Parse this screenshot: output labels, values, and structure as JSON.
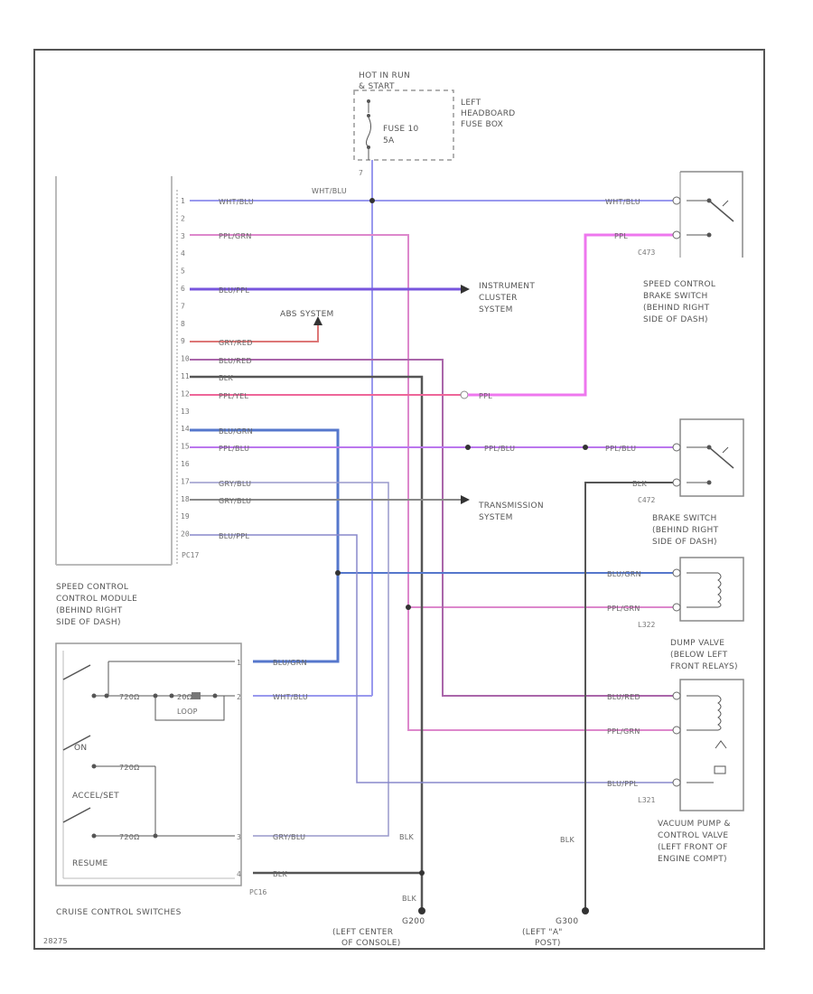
{
  "colors": {
    "frame": "#555555",
    "gray_wire": "#888888",
    "dark_wire": "#555555",
    "wht_blu": "#9999ee",
    "ppl": "#ee77ee",
    "ppl_grn": "#dd88cc",
    "blu_ppl": "#7755dd",
    "gry_red": "#dd7777",
    "blu_red": "#aa66aa",
    "ppl_yel": "#ee6699",
    "blu_grn": "#5577cc",
    "ppl_blu": "#bb77ee"
  },
  "hot_junction": {
    "line1": "HOT IN RUN",
    "line2": "& START",
    "fuse_line1": "FUSE 10",
    "fuse_line2": "5A",
    "box_line1": "LEFT",
    "box_line2": "HEADBOARD",
    "box_line3": "FUSE BOX",
    "terminal": "7"
  },
  "module": {
    "pins": [
      "1",
      "2",
      "3",
      "4",
      "5",
      "6",
      "7",
      "8",
      "9",
      "10",
      "11",
      "12",
      "13",
      "14",
      "15",
      "16",
      "17",
      "18",
      "19",
      "20"
    ],
    "connector": "PC17",
    "name_lines": [
      "SPEED CONTROL",
      "CONTROL MODULE",
      "(BEHIND RIGHT",
      "SIDE OF DASH)"
    ]
  },
  "wires": {
    "w1": "WHT/BLU",
    "w1_right": "WHT/BLU",
    "w3": "PPL/GRN",
    "w6": "BLU/PPL",
    "w9": "GRY/RED",
    "w10": "BLU/RED",
    "w11": "BLK",
    "w12": "PPL/YEL",
    "w12_right": "PPL",
    "w14": "BLU/GRN",
    "w15": "PPL/BLU",
    "w15_right": "PPL/BLU",
    "w16": "GRY/BLU",
    "w17": "GRY/BLU",
    "w20": "BLU/PPL",
    "ppl_right": "PPL",
    "blk_right": "BLK",
    "ldc_blugrn": "BLU/GRN",
    "ldc_pplgrn": "PPL/GRN",
    "ld1_blured": "BLU/RED",
    "ld1_pplgrn": "PPL/GRN",
    "ld1_blupp": "BLU/PPL",
    "sw_blugrn": "BLU/GRN",
    "sw_whtblu": "WHT/BLU",
    "sw_grybl": "GRY/BLU",
    "sw_blk": "BLK",
    "gnd_blk1": "BLK",
    "gnd_blk2": "BLK",
    "gnd_blk3": "BLK"
  },
  "refs": {
    "abs": "ABS SYSTEM",
    "instrument": [
      "INSTRUMENT",
      "CLUSTER",
      "SYSTEM"
    ],
    "transmission": [
      "TRANSMISSION",
      "SYSTEM"
    ]
  },
  "switch1": {
    "connector": "C473",
    "name_lines": [
      "SPEED CONTROL",
      "BRAKE SWITCH",
      "(BEHIND RIGHT",
      "SIDE OF DASH)"
    ]
  },
  "switch2": {
    "connector": "C472",
    "name_lines": [
      "BRAKE SWITCH",
      "(BEHIND RIGHT",
      "SIDE OF DASH)"
    ]
  },
  "dump_valve": {
    "connector": "L322",
    "name_lines": [
      "DUMP VALVE",
      "(BELOW LEFT",
      "FRONT RELAYS)"
    ]
  },
  "vacuum_pump": {
    "connector": "L321",
    "name_lines": [
      "VACUUM PUMP &",
      "CONTROL VALVE",
      "(LEFT FRONT OF",
      "ENGINE COMPT)"
    ]
  },
  "cruise": {
    "labels": {
      "on": "ON",
      "accel": "ACCEL/SET",
      "resume": "RESUME",
      "r1": "720Ω",
      "r2": "20Ω",
      "r3": "720Ω",
      "r4": "720Ω",
      "loop": "LOOP"
    },
    "pins": [
      "1",
      "2",
      "3",
      "4"
    ],
    "connector": "PC16",
    "title": "CRUISE CONTROL SWITCHES"
  },
  "grounds": {
    "g1_code": "G200",
    "g1_lines": [
      "(LEFT CENTER",
      "OF CONSOLE)"
    ],
    "g2_code": "G300",
    "g2_lines": [
      "(LEFT \"A\"",
      "POST)"
    ]
  },
  "doc_code": "28275"
}
